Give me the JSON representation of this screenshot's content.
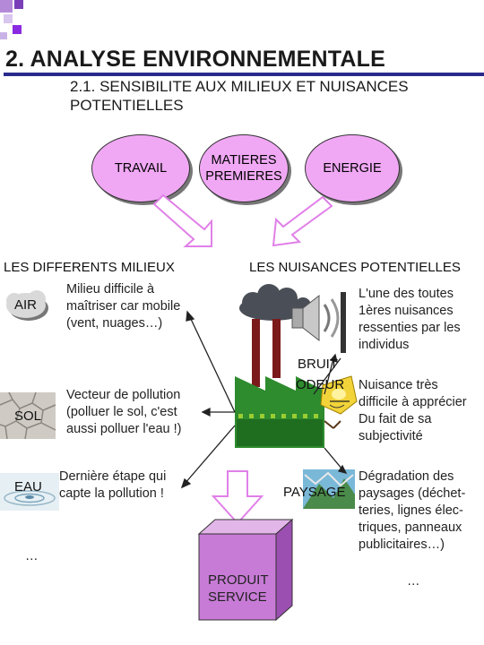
{
  "header": {
    "title": "2. ANALYSE ENVIRONNEMENTALE",
    "subtitle": "2.1. SENSIBILITE AUX MILIEUX ET NUISANCES POTENTIELLES"
  },
  "sources": {
    "travail": "TRAVAIL",
    "matieres": "MATIERES PREMIERES",
    "energie": "ENERGIE"
  },
  "milieux": {
    "heading": "LES DIFFERENTS MILIEUX",
    "air": {
      "label": "AIR",
      "text": "Milieu difficile à maîtriser car mobile (vent, nuages…)"
    },
    "sol": {
      "label": "SOL",
      "text": "Vecteur de pollution (polluer le sol, c'est aussi polluer l'eau !)"
    },
    "eau": {
      "label": "EAU",
      "text": "Dernière étape qui capte la pollution !"
    },
    "more": "…"
  },
  "nuisances": {
    "heading": "LES NUISANCES POTENTIELLES",
    "bruit": {
      "label": "BRUIT",
      "text": "L'une des toutes 1ères nuisances ressenties par les individus"
    },
    "odeur": {
      "label": "ODEUR",
      "text": "Nuisance très difficile à apprécier Du fait de sa subjectivité"
    },
    "paysage": {
      "label": "PAYSAGE",
      "text": "Dégradation des paysages (déchet-teries, lignes élec-triques, panneaux publicitaires…)"
    },
    "more": "…"
  },
  "output": {
    "label": "PRODUIT SERVICE"
  },
  "colors": {
    "pink": "#f0a8f4",
    "purple": "#c77bd6",
    "factory": "#2e8b2e",
    "accent_squares": "#8a2be2",
    "rule": "#2a2a8c"
  }
}
